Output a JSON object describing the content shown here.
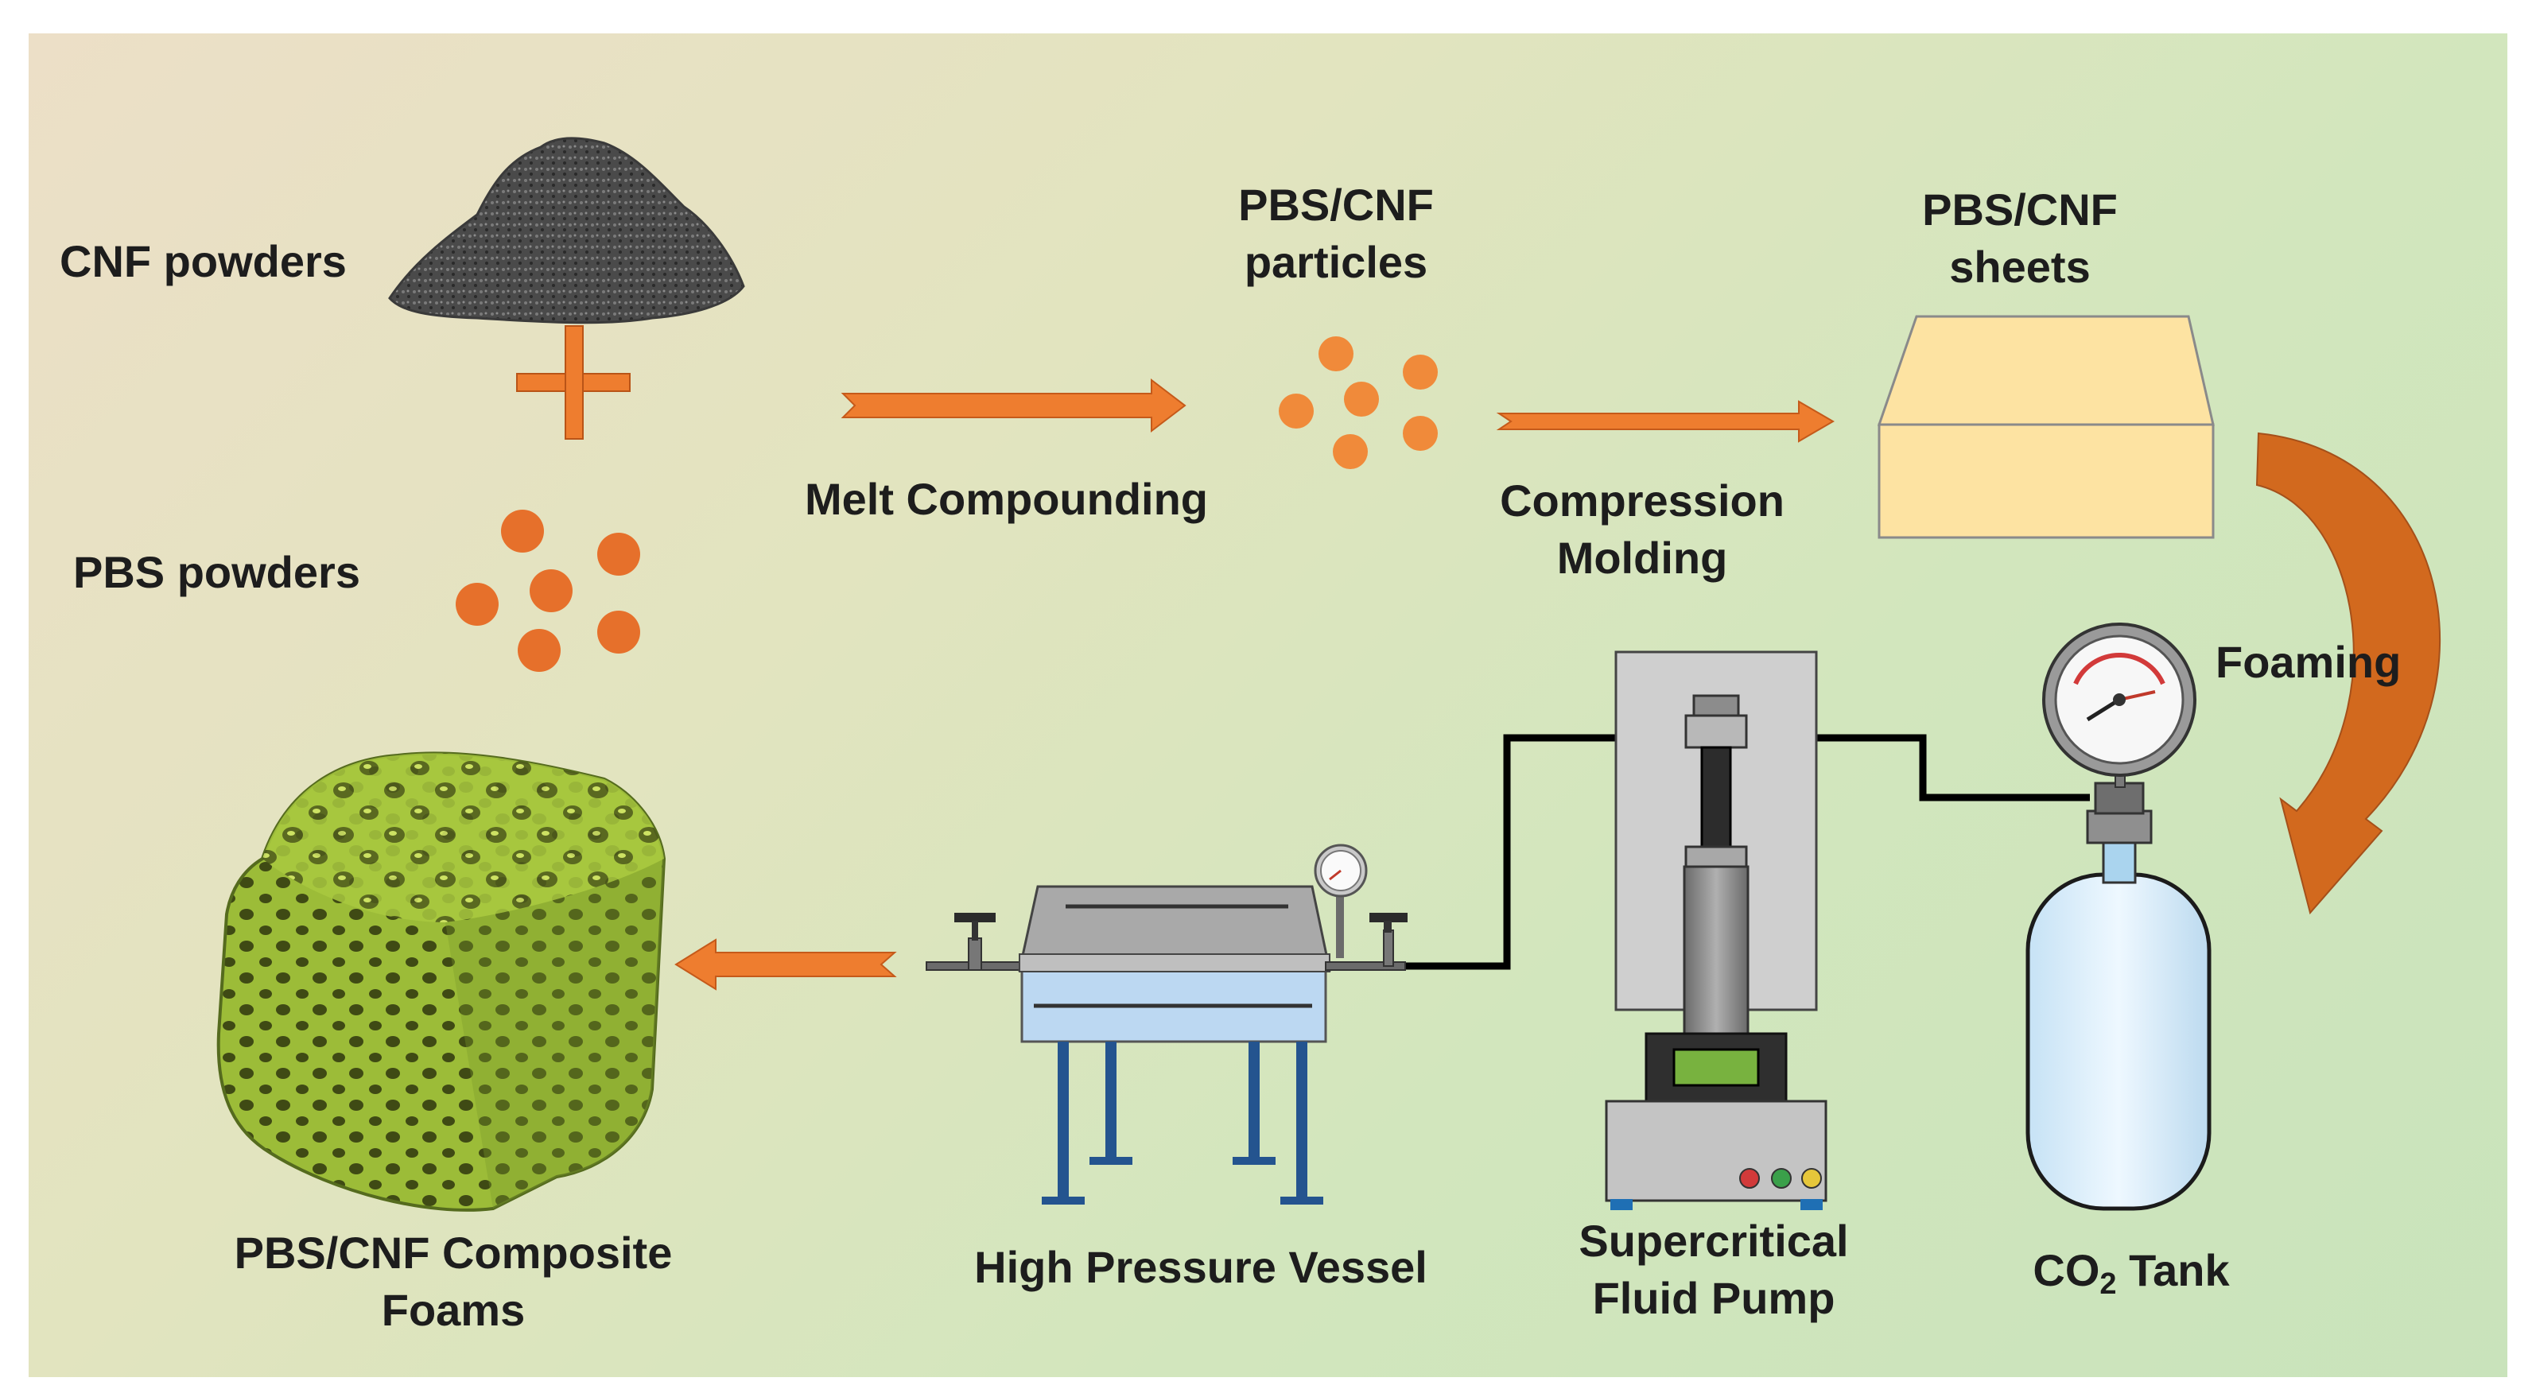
{
  "labels": {
    "cnf_powders": "CNF powders",
    "pbs_powders": "PBS powders",
    "pbs_cnf_particles": [
      "PBS/CNF",
      "particles"
    ],
    "pbs_cnf_sheets": [
      "PBS/CNF",
      "sheets"
    ],
    "melt_compounding": "Melt Compounding",
    "compression_molding": [
      "Compression",
      "Molding"
    ],
    "foaming": "Foaming",
    "co2_tank": {
      "prefix": "CO",
      "subscript": "2",
      "suffix": " Tank"
    },
    "supercritical_pump": [
      "Supercritical",
      "Fluid Pump"
    ],
    "high_pressure_vessel": "High Pressure Vessel",
    "composite_foams": [
      "PBS/CNF Composite",
      "Foams"
    ]
  },
  "colors": {
    "arrow_orange": "#ee7d2f",
    "particle_orange": "#e6702b",
    "sheet_fill": "#fde3a2",
    "sheet_stroke": "#8a8a8a",
    "foam_green": "#a8c840",
    "vessel_blue": "#bcd8f2",
    "tank_blue": "#dbeefa",
    "pipe": "#000000"
  },
  "icons": {
    "plus": "plus-icon",
    "powder": "cnf-powder-pile-icon",
    "gauge": "pressure-gauge-icon",
    "valve": "valve-icon",
    "tank": "co2-cylinder-icon",
    "pump": "supercritical-pump-icon",
    "vessel": "high-pressure-vessel-icon",
    "foam": "foam-cube-icon"
  }
}
